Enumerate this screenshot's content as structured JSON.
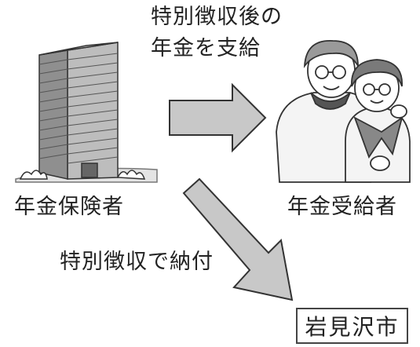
{
  "diagram": {
    "payment_caption": {
      "line1": "特別徴収後の",
      "line2": "年金を支給"
    },
    "insurer_label": "年金保険者",
    "recipient_label": "年金受給者",
    "deduction_caption": "特別徴収で納付",
    "city_label": "岩見沢市"
  },
  "colors": {
    "arrow_fill": "#c8c8c8",
    "outline": "#333333",
    "building_face": "#b8b8b8"
  },
  "icons": [
    "building-icon",
    "elderly-couple-icon",
    "right-arrow-icon",
    "down-right-arrow-icon"
  ]
}
